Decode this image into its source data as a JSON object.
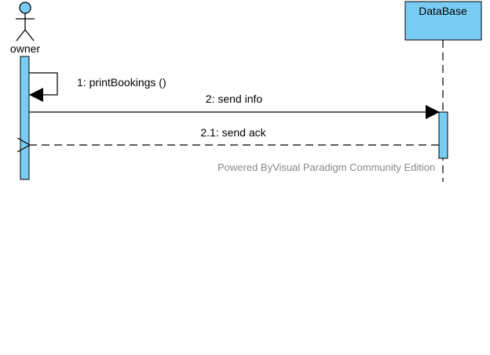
{
  "diagram": {
    "type": "sequence",
    "participants": [
      {
        "id": "owner",
        "kind": "actor",
        "label": "owner"
      },
      {
        "id": "database",
        "kind": "object",
        "label": "DataBase"
      }
    ],
    "messages": [
      {
        "from": "owner",
        "to": "owner",
        "label": "1: printBookings ()",
        "style": "sync-self"
      },
      {
        "from": "owner",
        "to": "database",
        "label": "2: send info",
        "style": "sync"
      },
      {
        "from": "database",
        "to": "owner",
        "label": "2.1: send ack",
        "style": "return"
      }
    ],
    "watermark": "Powered ByVisual Paradigm Community Edition"
  },
  "colors": {
    "fill": "#79cdf4",
    "stroke": "#000000",
    "watermark": "#888888",
    "background": "#ffffff"
  }
}
